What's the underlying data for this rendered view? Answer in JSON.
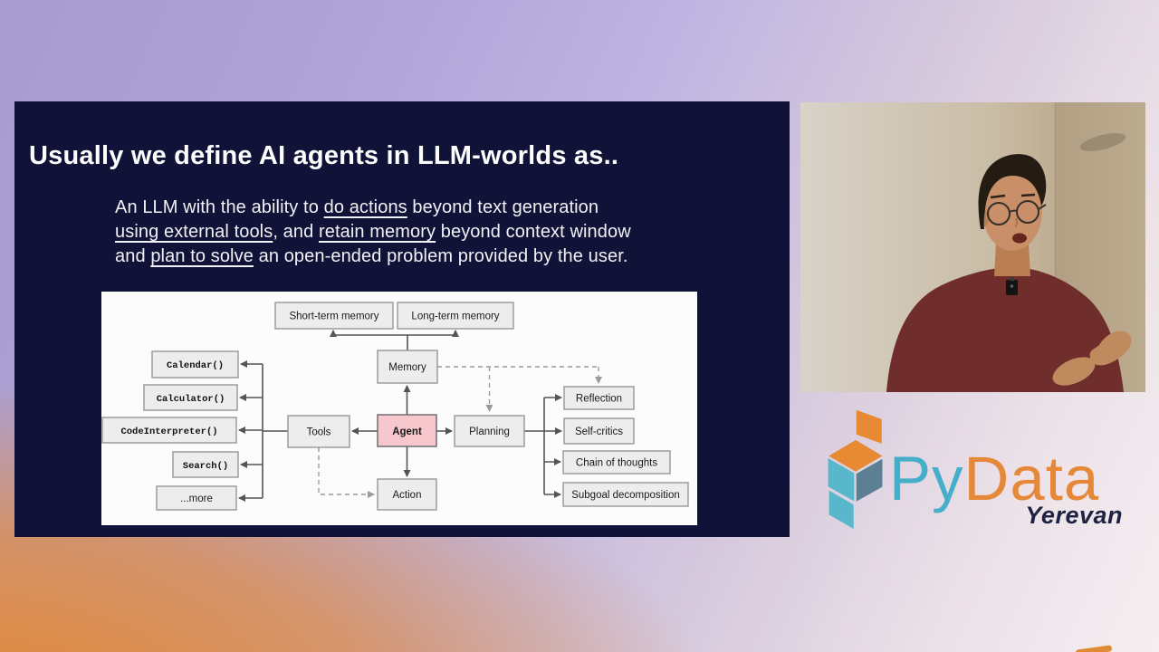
{
  "slide": {
    "title": "Usually we define AI agents in LLM-worlds as..",
    "body": {
      "l1a": "An LLM with the ability to ",
      "l1b": "do actions",
      "l1c": " beyond text generation",
      "l2a": "using external tools",
      "l2b": ", and ",
      "l2c": "retain memory",
      "l2d": " beyond context window",
      "l3a": "and ",
      "l3b": "plan to solve",
      "l3c": " an open-ended problem provided by the user."
    },
    "diagram": {
      "nodes": {
        "short_term": "Short-term memory",
        "long_term": "Long-term memory",
        "memory": "Memory",
        "agent": "Agent",
        "tools": "Tools",
        "planning": "Planning",
        "action": "Action",
        "calendar": "Calendar()",
        "calculator": "Calculator()",
        "code_interpreter": "CodeInterpreter()",
        "search": "Search()",
        "more": "...more",
        "reflection": "Reflection",
        "self_critics": "Self-critics",
        "chain_of_thoughts": "Chain of thoughts",
        "subgoal": "Subgoal decomposition"
      }
    }
  },
  "logo": {
    "brand_py": "Py",
    "brand_data": "Data",
    "subtitle": "Yerevan"
  },
  "colors": {
    "slide_bg": "#101238",
    "agent_box_pink": "#f6c8cd",
    "diagram_box_gray": "#ededed",
    "py_teal": "#45aec8",
    "data_orange": "#e5883a",
    "yerevan_navy": "#1c2342",
    "bg_purple": "#a89bce",
    "bg_orange": "#dd8d4b",
    "speaker_shirt_maroon": "#6f2e2c"
  }
}
